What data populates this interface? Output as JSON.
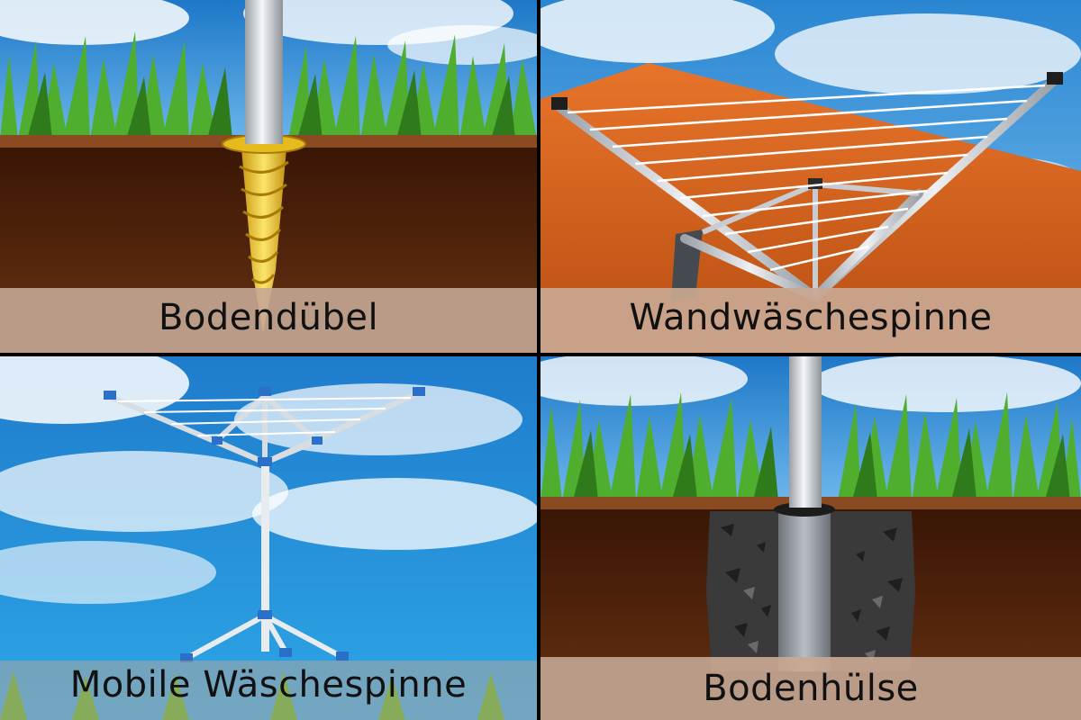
{
  "panels": [
    {
      "id": "bodenduebel",
      "label": "Bodendübel"
    },
    {
      "id": "wandwaeschespinne",
      "label": "Wandwäschespinne"
    },
    {
      "id": "mobile-waeschespinne",
      "label": "Mobile Wäschespinne"
    },
    {
      "id": "bodenhuelse",
      "label": "Bodenhülse"
    }
  ],
  "colors": {
    "sky": "#2a8fd8",
    "grass": "#4fae2e",
    "soil": "#4a1e08",
    "label_band": "#c9a892",
    "wall": "#d8641c",
    "metal": "#c8ccd0",
    "screw": "#e8c62a",
    "concrete": "#3a3a3a",
    "frame_joint": "#2a6fc8"
  }
}
